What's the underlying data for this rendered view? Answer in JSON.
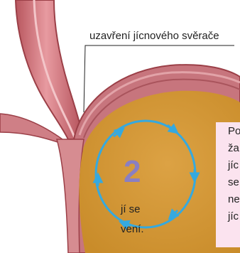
{
  "callout": {
    "text": "uzavření jícnového svěrače"
  },
  "step": {
    "number": "2"
  },
  "left_text": {
    "line1": "jí se",
    "line2": "vení."
  },
  "right_note": {
    "lines": [
      "Po",
      "ža",
      "jíc",
      "se",
      "ne",
      "jíc"
    ]
  },
  "colors": {
    "esophagus": "#c96f74",
    "stomach_wall": "#c7757d",
    "stomach_content": "#d59832",
    "arrow": "#35a9df",
    "note_bg": "#fbe3ef",
    "step_number": "#8a7fc2"
  }
}
